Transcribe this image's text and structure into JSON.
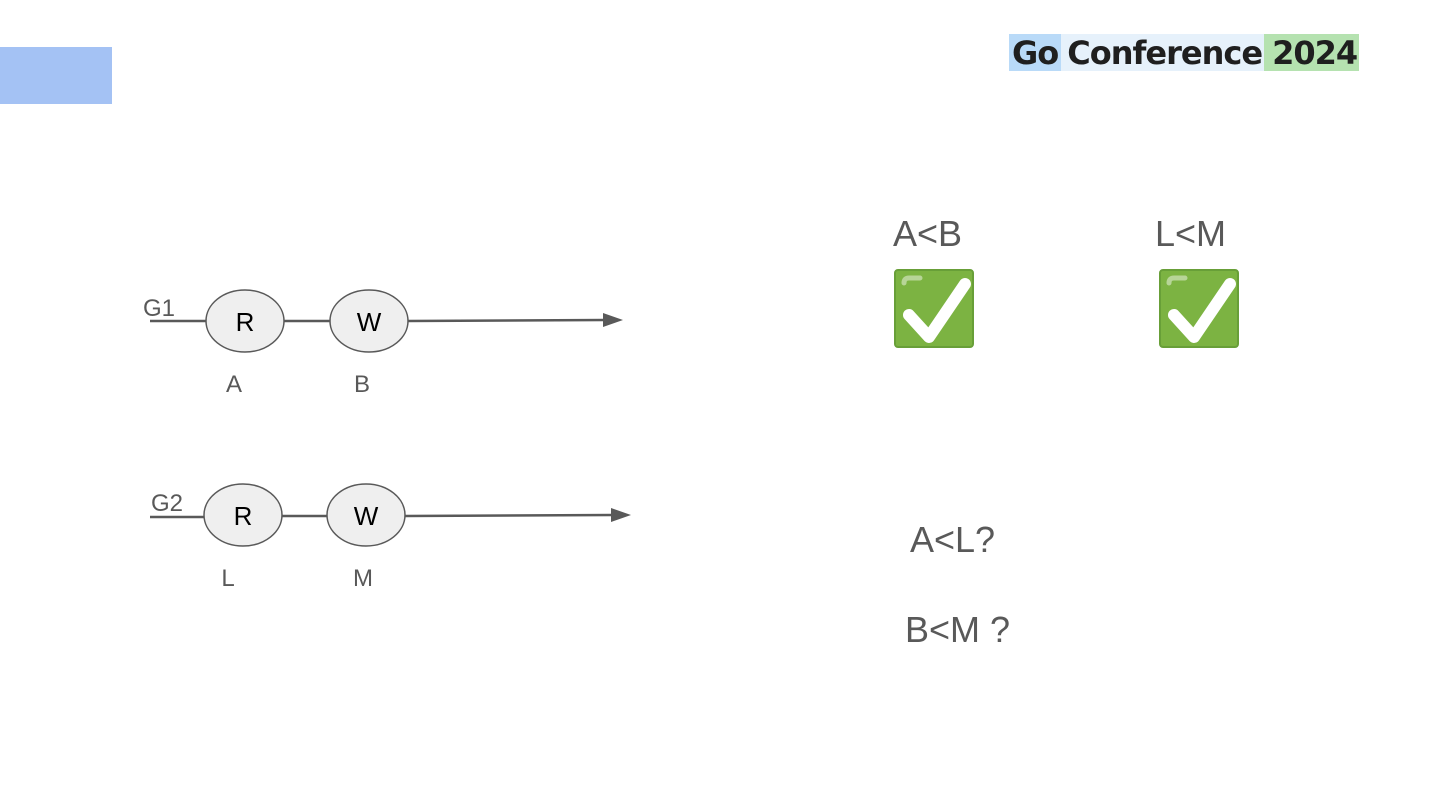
{
  "branding": {
    "logo_words": [
      "Go",
      "Conference",
      "2024"
    ]
  },
  "colors": {
    "corner_block": "#a4c2f4",
    "logo_go_bg": "#b9daf8",
    "logo_conference_bg": "#e6f1fb",
    "logo_year_bg": "#b5e2b0",
    "check_green": "#7cb342",
    "line": "#595959",
    "node_fill": "#efefef"
  },
  "timelines": [
    {
      "label": "G1",
      "nodes": [
        {
          "op": "R",
          "event": "A"
        },
        {
          "op": "W",
          "event": "B"
        }
      ]
    },
    {
      "label": "G2",
      "nodes": [
        {
          "op": "R",
          "event": "L"
        },
        {
          "op": "W",
          "event": "M"
        }
      ]
    }
  ],
  "relations": {
    "confirmed": [
      {
        "text": "A<B",
        "icon": "check-mark-button-icon"
      },
      {
        "text": "L<M",
        "icon": "check-mark-button-icon"
      }
    ],
    "questions": [
      "A<L?",
      "B<M ?"
    ]
  }
}
